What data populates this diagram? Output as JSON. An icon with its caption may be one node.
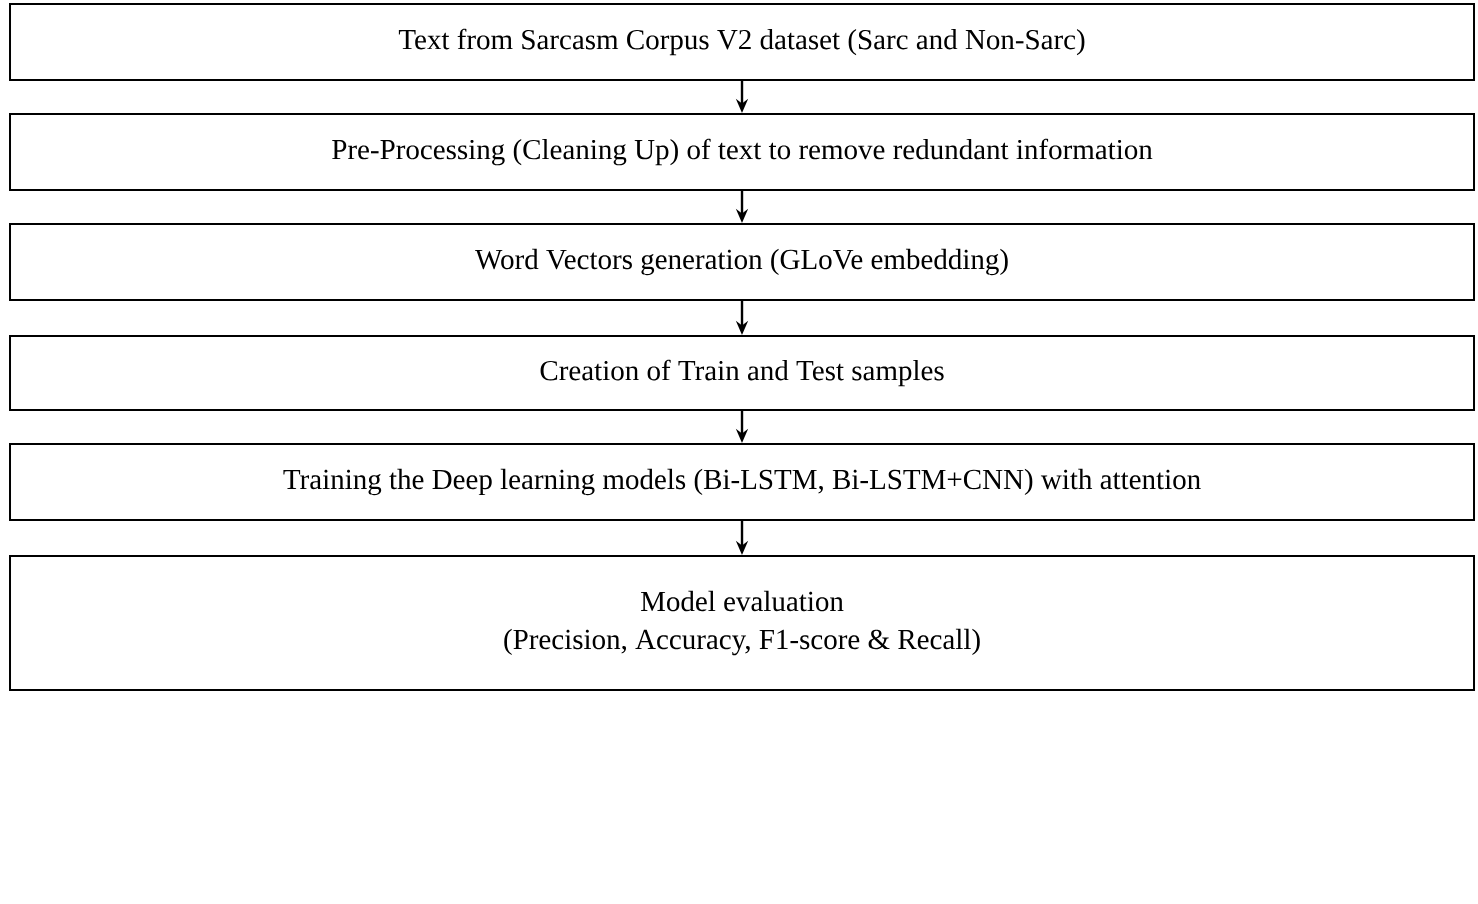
{
  "diagram": {
    "nodes": [
      {
        "text": [
          "Text from Sarcasm Corpus V2 dataset (Sarc and Non-Sarc)"
        ]
      },
      {
        "text": [
          "Pre-Processing (Cleaning Up) of text to remove redundant information"
        ]
      },
      {
        "text": [
          "Word Vectors generation (GLoVe embedding)"
        ]
      },
      {
        "text": [
          "Creation of Train and Test samples"
        ]
      },
      {
        "text": [
          "Training the Deep learning models (Bi-LSTM, Bi-LSTM+CNN) with attention"
        ]
      },
      {
        "text": [
          "Model evaluation",
          "(Precision, Accuracy, F1-score & Recall)"
        ]
      }
    ],
    "edges": [
      {
        "from": 0,
        "to": 1,
        "arrow": "to"
      },
      {
        "from": 1,
        "to": 2,
        "arrow": "to"
      },
      {
        "from": 2,
        "to": 3,
        "arrow": "to"
      },
      {
        "from": 3,
        "to": 4,
        "arrow": "to"
      },
      {
        "from": 4,
        "to": 5,
        "arrow": "to"
      }
    ]
  }
}
